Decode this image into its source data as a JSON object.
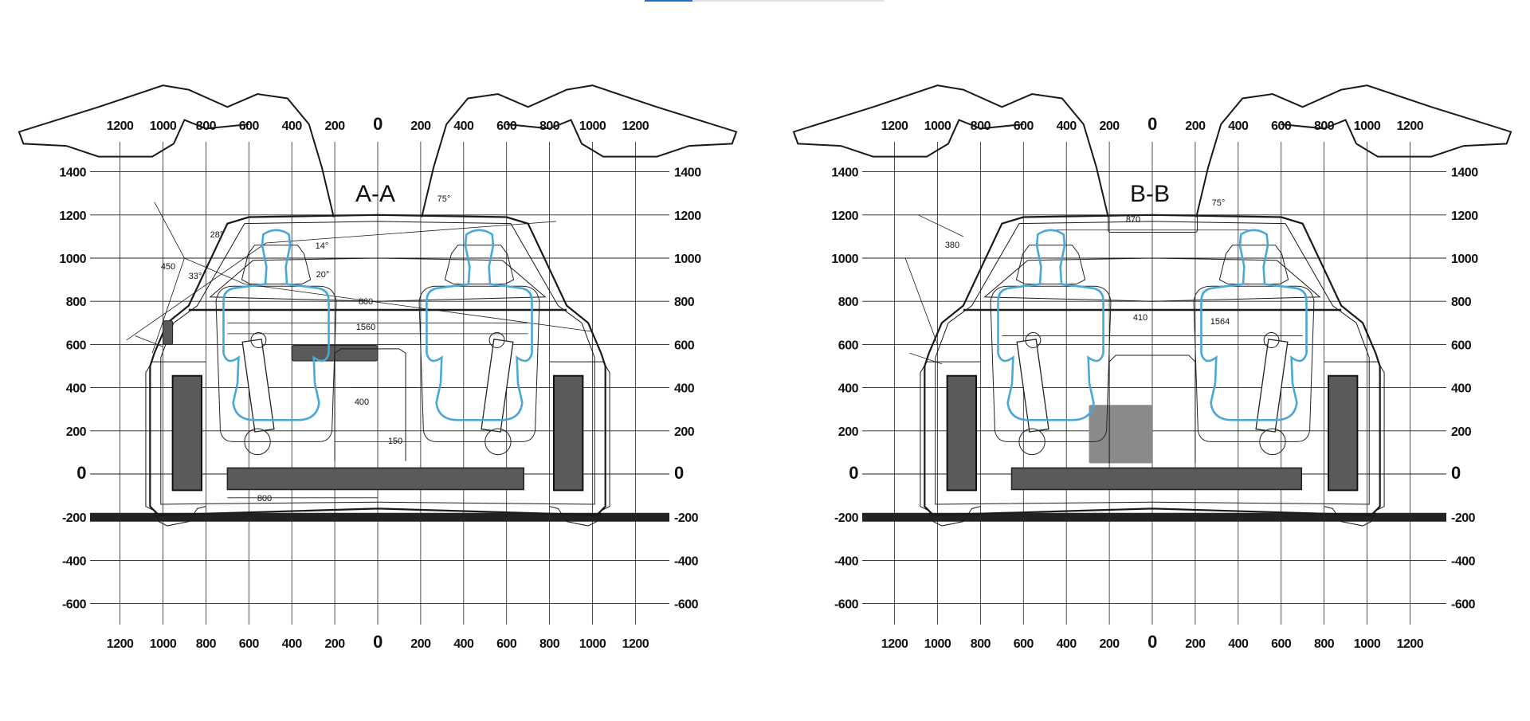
{
  "top_progress": {
    "value_fraction": 0.2,
    "accent": "#1a73c8",
    "track": "#e0e0e0"
  },
  "colors": {
    "seat_outline": "#4aa8d8",
    "component_fill": "#5a5a5a",
    "line": "#1a1a1a"
  },
  "panels": [
    {
      "title": "A-A",
      "x_ticks": [
        "1200",
        "1000",
        "800",
        "600",
        "400",
        "200",
        "0",
        "200",
        "400",
        "600",
        "800",
        "1000",
        "1200"
      ],
      "y_ticks": [
        "1400",
        "1200",
        "1000",
        "800",
        "600",
        "400",
        "200",
        "0",
        "-200",
        "-400",
        "-600"
      ],
      "annotations": [
        "28°",
        "14°",
        "33°",
        "20°",
        "450",
        "880",
        "1560",
        "400",
        "150",
        "800",
        "75°"
      ]
    },
    {
      "title": "B-B",
      "x_ticks": [
        "1200",
        "1000",
        "800",
        "600",
        "400",
        "200",
        "0",
        "200",
        "400",
        "600",
        "800",
        "1000",
        "1200"
      ],
      "y_ticks": [
        "1400",
        "1200",
        "1000",
        "800",
        "600",
        "400",
        "200",
        "0",
        "-200",
        "-400",
        "-600"
      ],
      "annotations": [
        "380",
        "870",
        "410",
        "1564",
        "75°"
      ]
    }
  ]
}
